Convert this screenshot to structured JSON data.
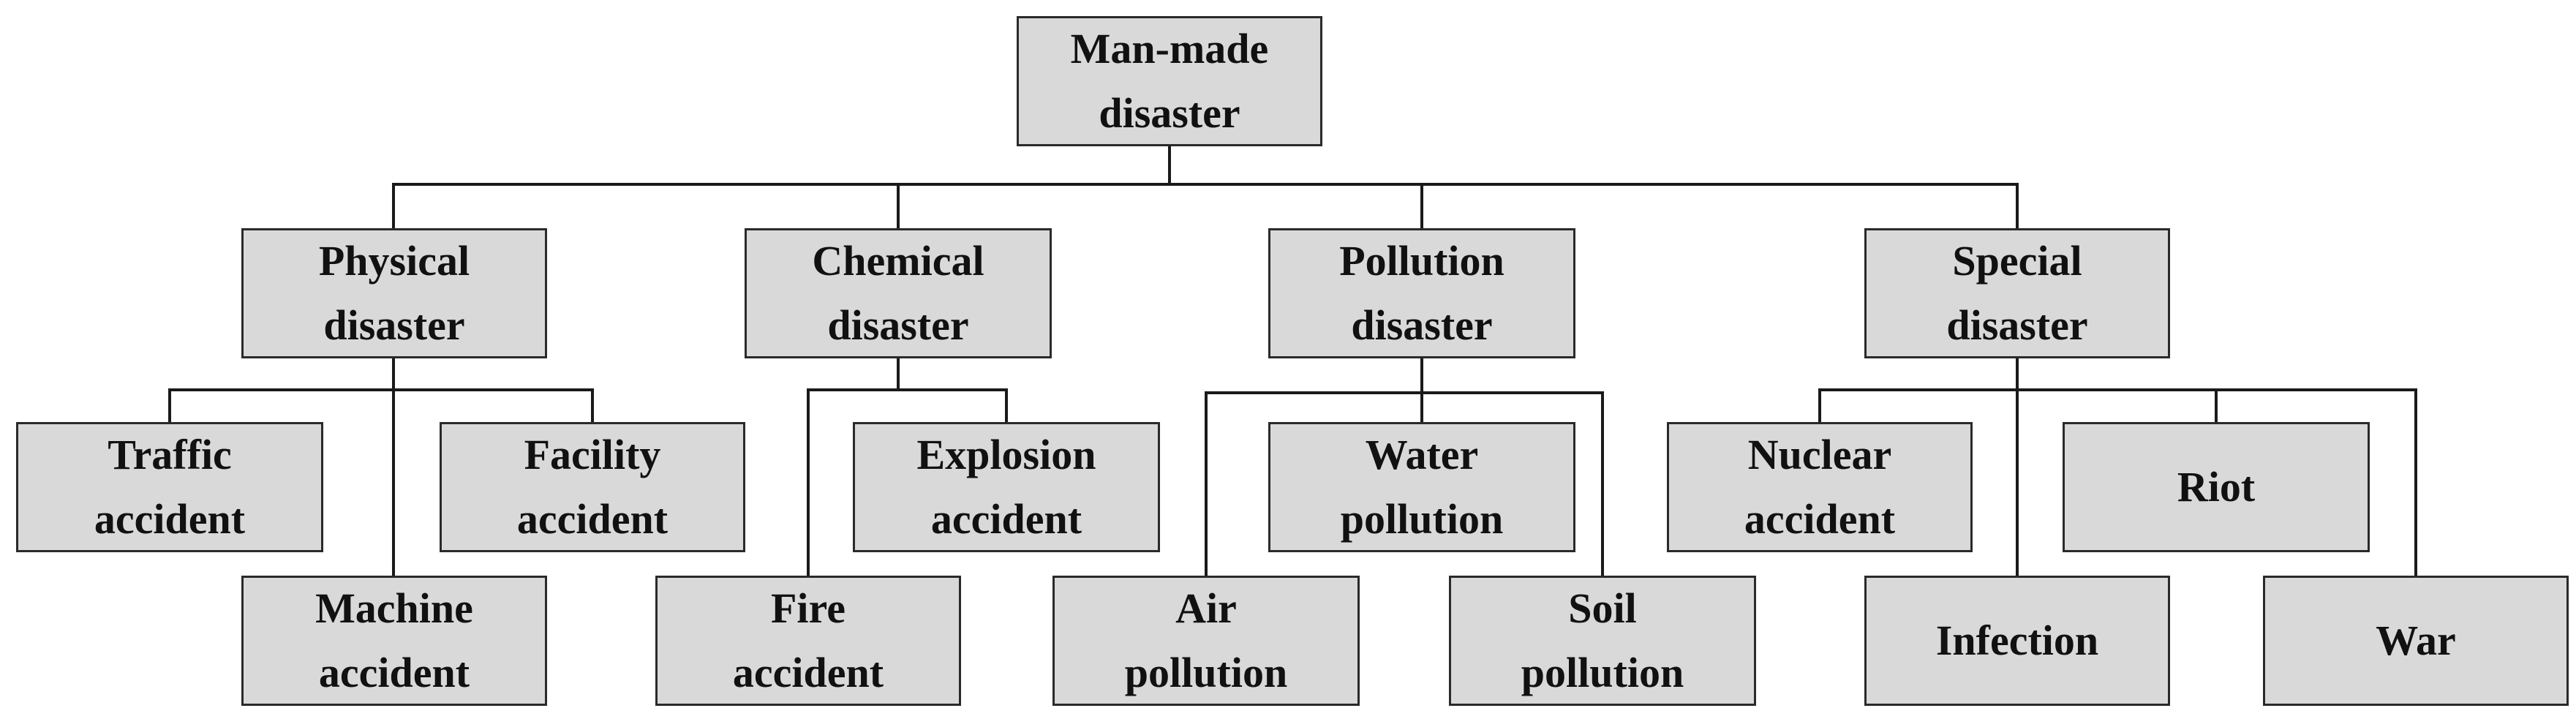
{
  "root": {
    "lines": [
      "Man-made",
      "disaster"
    ]
  },
  "categories": [
    {
      "key": "physical",
      "lines": [
        "Physical",
        "disaster"
      ],
      "children": [
        {
          "key": "traffic",
          "lines": [
            "Traffic",
            "accident"
          ]
        },
        {
          "key": "facility",
          "lines": [
            "Facility",
            "accident"
          ]
        },
        {
          "key": "machine",
          "lines": [
            "Machine",
            "accident"
          ]
        }
      ]
    },
    {
      "key": "chemical",
      "lines": [
        "Chemical",
        "disaster"
      ],
      "children": [
        {
          "key": "explosion",
          "lines": [
            "Explosion",
            "accident"
          ]
        },
        {
          "key": "fire",
          "lines": [
            "Fire",
            "accident"
          ]
        }
      ]
    },
    {
      "key": "pollution",
      "lines": [
        "Pollution",
        "disaster"
      ],
      "children": [
        {
          "key": "water",
          "lines": [
            "Water",
            "pollution"
          ]
        },
        {
          "key": "air",
          "lines": [
            "Air",
            "pollution"
          ]
        },
        {
          "key": "soil",
          "lines": [
            "Soil",
            "pollution"
          ]
        }
      ]
    },
    {
      "key": "special",
      "lines": [
        "Special",
        "disaster"
      ],
      "children": [
        {
          "key": "nuclear",
          "lines": [
            "Nuclear",
            "accident"
          ]
        },
        {
          "key": "riot",
          "lines": [
            "Riot"
          ]
        },
        {
          "key": "infection",
          "lines": [
            "Infection"
          ]
        },
        {
          "key": "war",
          "lines": [
            "War"
          ]
        }
      ]
    }
  ]
}
